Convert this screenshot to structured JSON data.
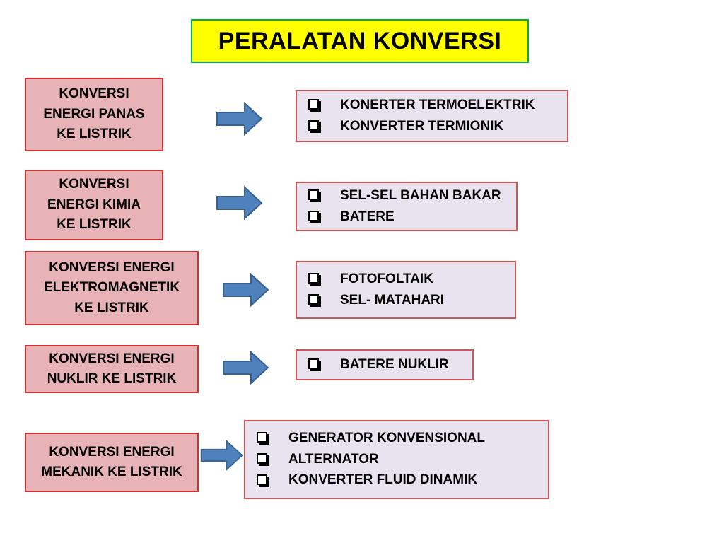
{
  "title": "PERALATAN KONVERSI",
  "colors": {
    "title_bg": "#ffff00",
    "title_border": "#00b050",
    "left_box_bg": "#e7b3b6",
    "left_box_border": "#cc3333",
    "right_box_bg": "#e9e3f0",
    "right_box_border": "#cc5555",
    "arrow_fill": "#4f81bd",
    "arrow_stroke": "#38618f"
  },
  "icons": {
    "bullet": "shadowed-checkbox-square",
    "arrow": "block-arrow-right"
  },
  "rows": [
    {
      "left": "KONVERSI\nENERGI PANAS\nKE LISTRIK",
      "items": [
        "KONERTER TERMOELEKTRIK",
        "KONVERTER TERMIONIK"
      ]
    },
    {
      "left": "KONVERSI\nENERGI KIMIA\nKE LISTRIK",
      "items": [
        "SEL-SEL BAHAN BAKAR",
        "BATERE"
      ]
    },
    {
      "left": "KONVERSI ENERGI\nELEKTROMAGNETIK\nKE LISTRIK",
      "items": [
        "FOTOFOLTAIK",
        "SEL- MATAHARI"
      ]
    },
    {
      "left": "KONVERSI ENERGI\nNUKLIR KE LISTRIK",
      "items": [
        "BATERE NUKLIR"
      ]
    },
    {
      "left": "KONVERSI ENERGI\nMEKANIK KE LISTRIK",
      "items": [
        "GENERATOR KONVENSIONAL",
        "ALTERNATOR",
        "KONVERTER FLUID DINAMIK"
      ]
    }
  ]
}
